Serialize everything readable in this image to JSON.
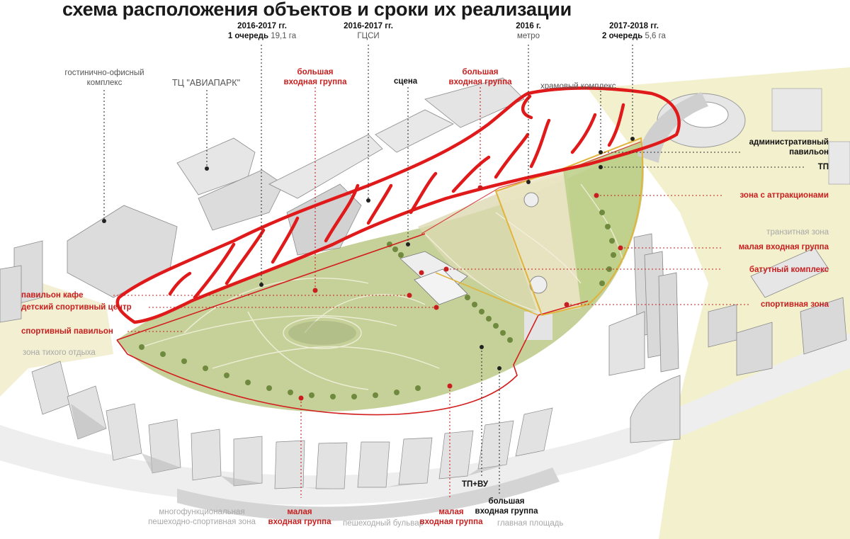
{
  "title": "схема расположения объектов и сроки их реализации",
  "phases": {
    "p1": {
      "years": "2016-2017 гг.",
      "line2_bold": "1 очередь",
      "line2_value": "19,1 га"
    },
    "gcsi": {
      "years": "2016-2017 гг.",
      "name": "ГЦСИ"
    },
    "metro": {
      "years": "2016 г.",
      "name": "метро"
    },
    "p2": {
      "years": "2017-2018 гг.",
      "line2_bold": "2 очередь",
      "line2_value": "5,6 га"
    }
  },
  "labels": {
    "hotel_line1": "гостинично-офисный",
    "hotel_line2": "комплекс",
    "mall": "ТЦ \"АВИАПАРК\"",
    "big_entrance_1_l1": "большая",
    "big_entrance_1_l2": "входная группа",
    "stage": "сцена",
    "big_entrance_2_l1": "большая",
    "big_entrance_2_l2": "входная группа",
    "temple": "храмовый комплекс",
    "admin_l1": "административный",
    "admin_l2": "павильон",
    "tp": "ТП",
    "attractions": "зона с аттракционами",
    "transit": "транзитная зона",
    "small_entrance_right": "малая входная группа",
    "trampoline": "батутный комплекс",
    "sport_zone": "спортивная зона",
    "cafe": "павильон кафе",
    "kids_center": "детский спортивный центр",
    "sport_pavilion": "спортивный павильон",
    "quiet_zone": "зона тихого отдыха",
    "multi_l1": "многофункциональная",
    "multi_l2": "пешеходно-спортивная зона",
    "small_entrance_1_l1": "малая",
    "small_entrance_1_l2": "входная группа",
    "boulevard": "пешеходный бульвар",
    "small_entrance_2_l1": "малая",
    "small_entrance_2_l2": "входная группа",
    "main_square": "главная площадь",
    "tp_vu": "ТП+ВУ",
    "big_entrance_3_l1": "большая",
    "big_entrance_3_l2": "входная группа"
  },
  "colors": {
    "accent_red": "#c81e1e",
    "park_green": "#b9c98a",
    "yellow_zone": "#f2efc6",
    "building_gray": "#d8d8d8"
  }
}
